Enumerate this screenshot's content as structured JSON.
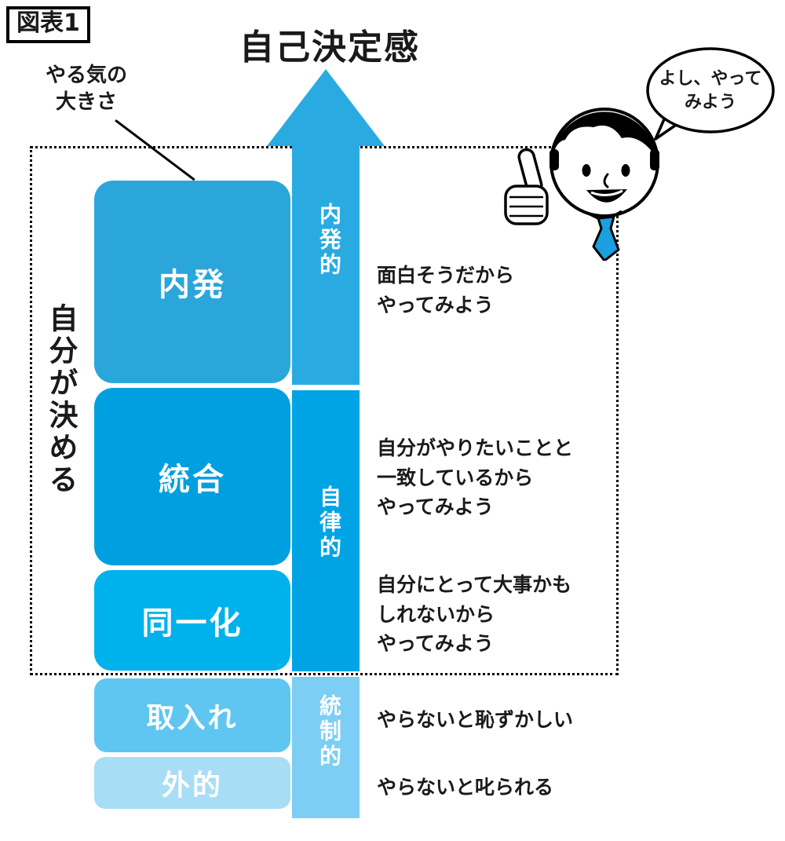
{
  "figure_label": "図表1",
  "title": "自己決定感",
  "annotation": {
    "motivation_size_label": "やる気の\n大きさ"
  },
  "left_axis_label": "自分が決める",
  "character": {
    "speech_bubble": "よし、やって\nみよう",
    "tie_color": "#1a9fdf"
  },
  "arrow": {
    "segments": [
      {
        "id": "intrinsic",
        "label": "内発的",
        "color": "#29abe2"
      },
      {
        "id": "autonomous",
        "label": "自律的",
        "color": "#00a4e4"
      },
      {
        "id": "controlled",
        "label": "統制的",
        "color": "#7ccef4"
      }
    ]
  },
  "levels": [
    {
      "label": "内発",
      "description": "面白そうだから\nやってみよう",
      "color": "#2ba6db"
    },
    {
      "label": "統合",
      "description": "自分がやりたいことと\n一致しているから\nやってみよう",
      "color": "#009fe0"
    },
    {
      "label": "同一化",
      "description": "自分にとって大事かも\nしれないから\nやってみよう",
      "color": "#00b2eb"
    },
    {
      "label": "取入れ",
      "description": "やらないと恥ずかしい",
      "color": "#5fc6f1"
    },
    {
      "label": "外的",
      "description": "やらないと叱られる",
      "color": "#a8ddf6"
    }
  ]
}
